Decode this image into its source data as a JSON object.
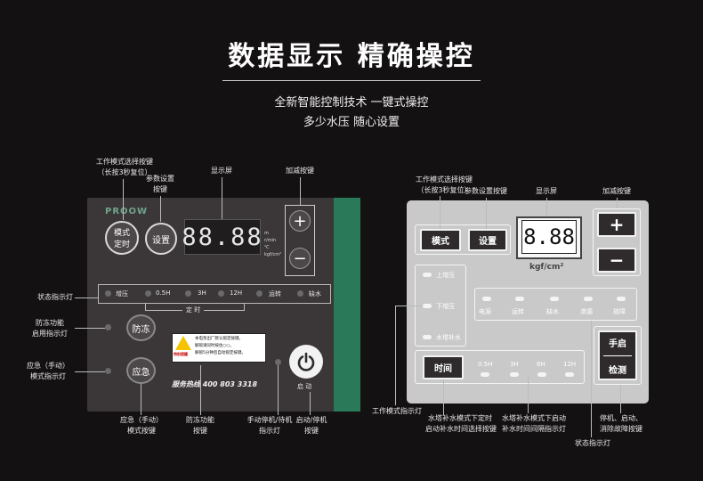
{
  "title": "数据显示  精确操控",
  "subtitle_line1": "全新智能控制技术 一键式操控",
  "subtitle_line2": "多少水压 随心设置",
  "left_panel": {
    "brand": "PROOW",
    "mode_btn_l1": "模式",
    "mode_btn_l2": "定时",
    "set_btn": "设置",
    "display": "88.88",
    "units": [
      "m",
      "r/min",
      "℃",
      "kgf/cm²"
    ],
    "plus": "+",
    "minus": "−",
    "status": [
      "增压",
      "0.5H",
      "3H",
      "12H",
      "运转",
      "缺水"
    ],
    "timer_label": "定 时",
    "antifreeze_btn": "防冻",
    "emergency_btn": "应急",
    "warning_title": "特别提醒",
    "warning_lines": [
      "本电泵出厂默认锁定按键。",
      "解锁请同时按住○○。",
      "解锁5分钟后自动锁定按键。"
    ],
    "hotline": "服务热线  400 803 3318",
    "power_label": "启 动"
  },
  "left_annotations": {
    "mode_select": [
      "工作模式选择按键",
      "（长按3秒复位）"
    ],
    "param_set": [
      "参数设置",
      "按键"
    ],
    "display": "显示屏",
    "plus_minus": "加减按键",
    "status_light": "状态指示灯",
    "antifreeze_light": [
      "防冻功能",
      "启用指示灯"
    ],
    "emergency_light": [
      "应急（手动）",
      "模式指示灯"
    ],
    "emergency_key": [
      "应急（手动）",
      "模式按键"
    ],
    "antifreeze_key": [
      "防冻功能",
      "按键"
    ],
    "manual_stop_light": [
      "手动停机/待机",
      "指示灯"
    ],
    "start_stop_key": [
      "启动/停机",
      "按键"
    ]
  },
  "right_panel": {
    "mode_btn": "模式",
    "set_btn": "设置",
    "display": "8.88",
    "unit": "kgf/cm²",
    "plus": "+",
    "minus": "−",
    "modes": [
      "上增压",
      "下增压",
      "水塔补水"
    ],
    "status": [
      "电源",
      "运转",
      "缺水",
      "渗漏",
      "故障"
    ],
    "time_btn": "时间",
    "times": [
      "0.5H",
      "3H",
      "6H",
      "12H"
    ],
    "start_l1": "手启",
    "start_l2": "检测"
  },
  "right_annotations": {
    "mode_select": [
      "工作模式选择按键",
      "（长按3秒复位）"
    ],
    "param_set": "参数设置按键",
    "display": "显示屏",
    "plus_minus": "加减按键",
    "mode_light": "工作模式指示灯",
    "tower_timer_key": [
      "水塔补水模式下定时",
      "启动补水时间选择按键"
    ],
    "tower_interval_light": [
      "水塔补水模式下启动",
      "补水时间间隔指示灯"
    ],
    "start_stop_key": [
      "停机、启动、",
      "消除故障按键"
    ],
    "status_light": "状态指示灯"
  },
  "colors": {
    "background": "#141112",
    "left_panel": "#3b3637",
    "accent_green": "#2a7a59",
    "right_panel": "#c9c9c9"
  }
}
